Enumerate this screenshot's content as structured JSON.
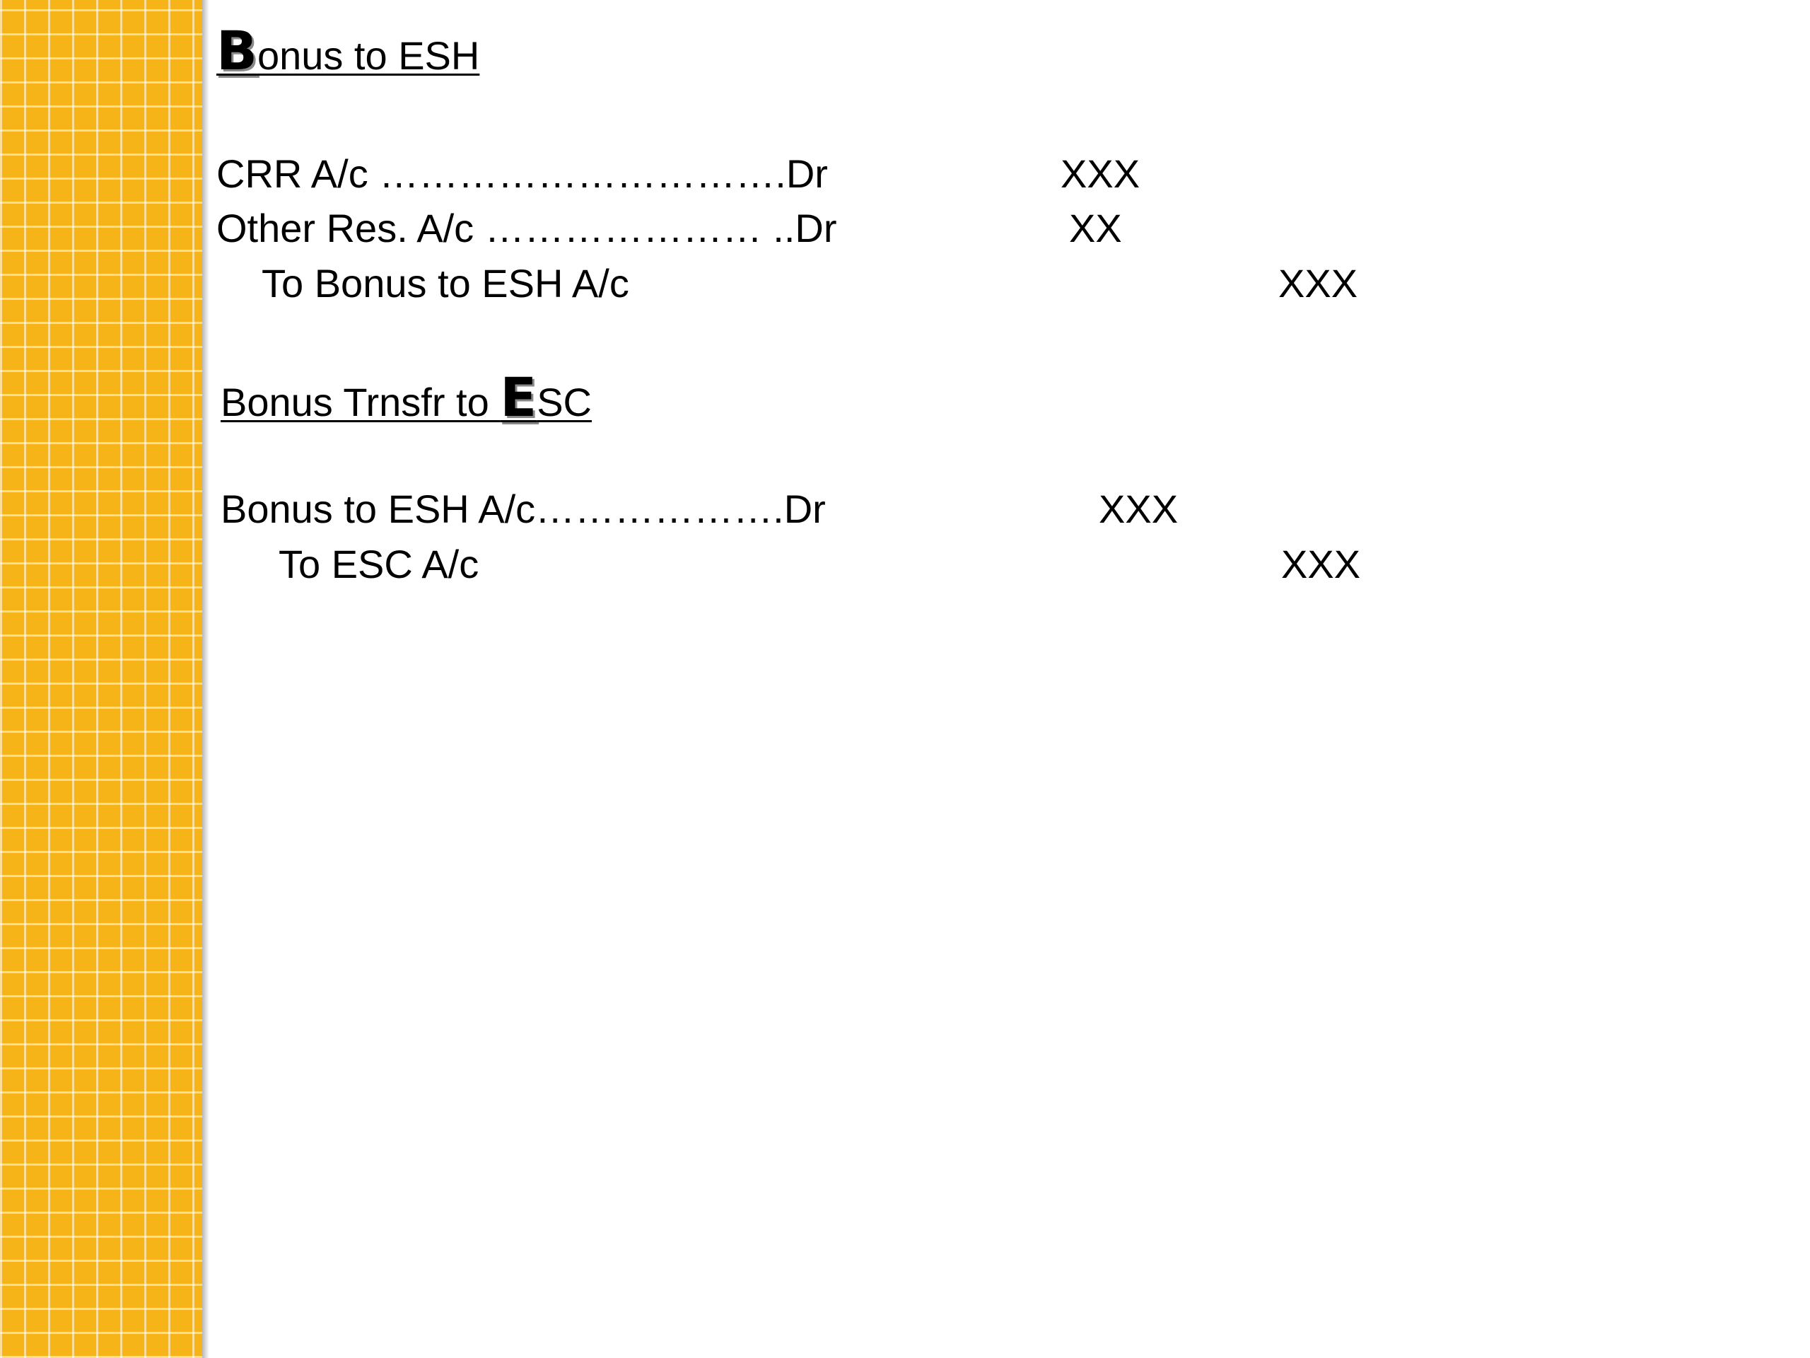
{
  "section1": {
    "heading_cap": "B",
    "heading_rest": "onus to ESH",
    "rows": [
      {
        "label": "CRR A/c ………………………….Dr",
        "debit": "XXX",
        "credit": ""
      },
      {
        "label": "Other Res. A/c ………………… ..Dr",
        "debit": "XX",
        "credit": ""
      },
      {
        "label": "To Bonus to ESH A/c",
        "debit": "",
        "credit": "XXX"
      }
    ]
  },
  "section2": {
    "heading_pre": "Bonus Trnsfr to ",
    "heading_cap": "E",
    "heading_rest": "SC",
    "rows": [
      {
        "label": "Bonus to ESH A/c……………….Dr",
        "debit": "XXX",
        "credit": ""
      },
      {
        "label": "To ESC A/c",
        "debit": "",
        "credit": "XXX"
      }
    ]
  }
}
